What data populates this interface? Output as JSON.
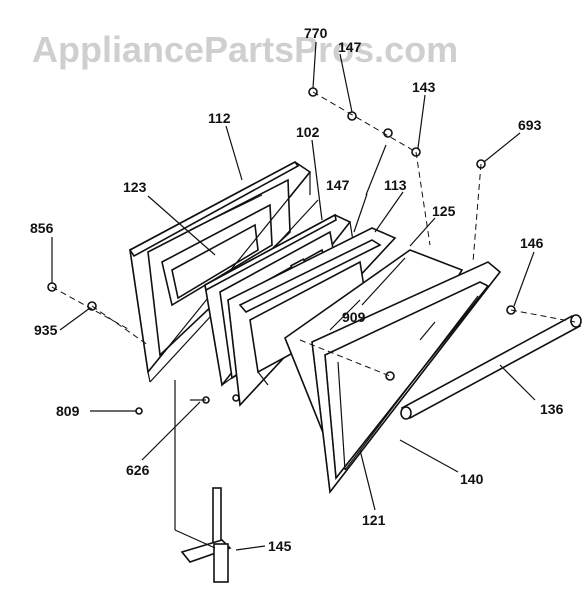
{
  "watermark": "AppliancePartsPros.com",
  "labels": {
    "p770": "770",
    "p147a": "147",
    "p143": "143",
    "p693": "693",
    "p112": "112",
    "p102": "102",
    "p147b": "147",
    "p113": "113",
    "p125": "125",
    "p123": "123",
    "p856": "856",
    "p146": "146",
    "p909": "909",
    "p935": "935",
    "p809": "809",
    "p136": "136",
    "p626": "626",
    "p140": "140",
    "p121": "121",
    "p145": "145"
  }
}
